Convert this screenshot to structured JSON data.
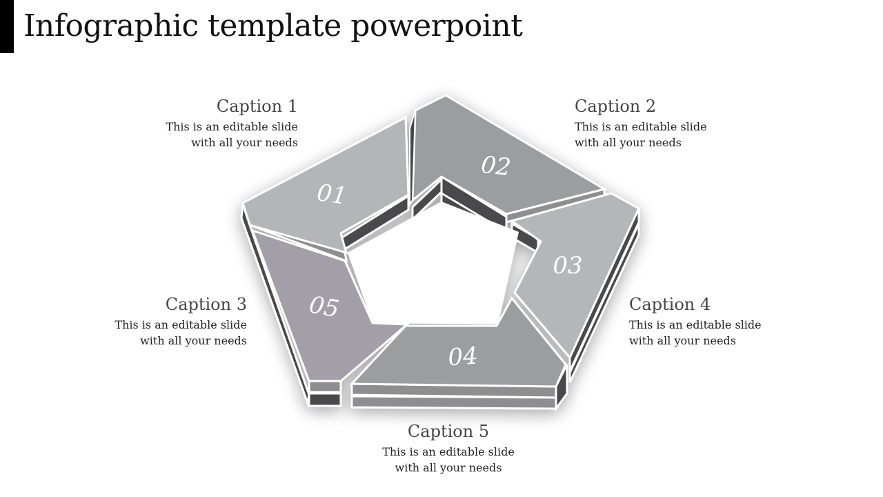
{
  "title": "Infographic template powerpoint",
  "colors": {
    "seg1": "#b4b5b7",
    "seg2": "#9c9d9f",
    "seg3": "#b5b6b8",
    "seg4": "#9c9d9f",
    "seg5": "#a29fa8",
    "side_dark": "#4a4a4c",
    "side_mid": "#8e8e90",
    "edge": "#ffffff"
  },
  "segments": [
    {
      "number": "01"
    },
    {
      "number": "02"
    },
    {
      "number": "03"
    },
    {
      "number": "04"
    },
    {
      "number": "05"
    }
  ],
  "captions": [
    {
      "title": "Caption 1",
      "line1": "This is an editable slide",
      "line2": "with all your needs"
    },
    {
      "title": "Caption 2",
      "line1": "This is an editable slide",
      "line2": "with all your needs"
    },
    {
      "title": "Caption 3",
      "line1": "This is an editable slide",
      "line2": "with all your needs"
    },
    {
      "title": "Caption 4",
      "line1": "This is an editable slide",
      "line2": "with all your needs"
    },
    {
      "title": "Caption 5",
      "line1": "This is an editable slide",
      "line2": "with all your needs"
    }
  ]
}
